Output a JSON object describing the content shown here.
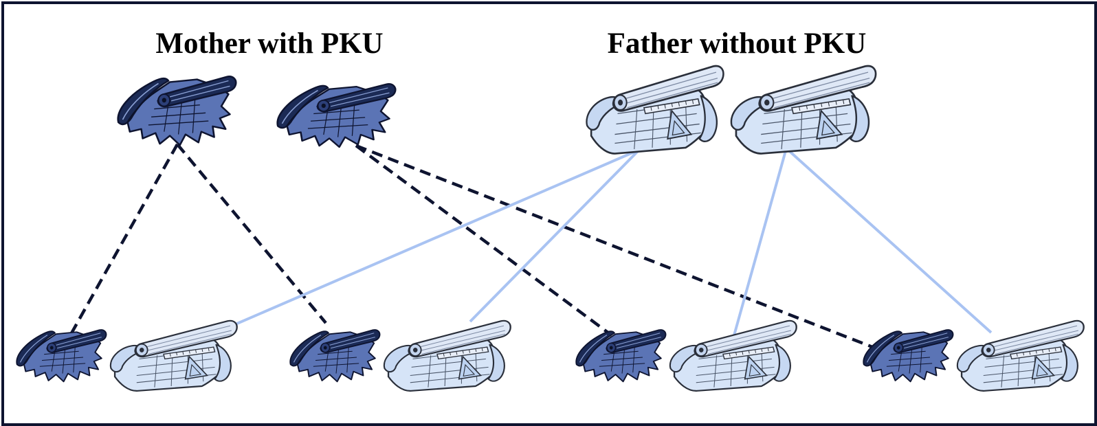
{
  "parents": {
    "mother": {
      "label": "Mother with PKU",
      "allele_type": "pku",
      "copies": 2
    },
    "father": {
      "label": "Father without PKU",
      "allele_type": "normal",
      "copies": 2
    }
  },
  "children_count": 4,
  "children": [
    {
      "alleles": [
        "pku",
        "normal"
      ]
    },
    {
      "alleles": [
        "pku",
        "normal"
      ]
    },
    {
      "alleles": [
        "pku",
        "normal"
      ]
    },
    {
      "alleles": [
        "pku",
        "normal"
      ]
    }
  ],
  "inheritance_links": [
    {
      "from": "mother",
      "copy": 0,
      "to_child": 0,
      "style": "dashed"
    },
    {
      "from": "mother",
      "copy": 0,
      "to_child": 1,
      "style": "dashed"
    },
    {
      "from": "mother",
      "copy": 1,
      "to_child": 2,
      "style": "dashed"
    },
    {
      "from": "mother",
      "copy": 1,
      "to_child": 3,
      "style": "dashed"
    },
    {
      "from": "father",
      "copy": 0,
      "to_child": 0,
      "style": "solid"
    },
    {
      "from": "father",
      "copy": 0,
      "to_child": 1,
      "style": "solid"
    },
    {
      "from": "father",
      "copy": 1,
      "to_child": 2,
      "style": "solid"
    },
    {
      "from": "father",
      "copy": 1,
      "to_child": 3,
      "style": "solid"
    }
  ],
  "colors": {
    "pku_dark": "#1b2a55",
    "pku_fill": "#5b74b5",
    "normal_fill": "#d6e4f7",
    "normal_stroke": "#2a2f3a",
    "mother_link": "#0e1430",
    "father_link": "#a9c3f2",
    "frame": "#0e1430"
  },
  "icons": {
    "pku": "blueprint-scroll-dark-icon",
    "normal": "blueprint-scroll-light-icon"
  }
}
